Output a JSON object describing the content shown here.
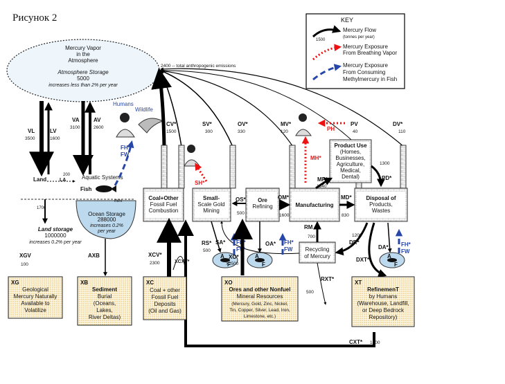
{
  "figure_label": "Рисунок 2",
  "key": {
    "title": "KEY",
    "flow": "Mercury Flow",
    "flow_unit": "(tonnes per year)",
    "breathing_1": "Mercury Exposure",
    "breathing_2": "From Breathing Vapor",
    "fish_1": "Mercury Exposure",
    "fish_2": "From Consuming",
    "fish_3": "Methylmercury in Fish",
    "sample_value": "1500"
  },
  "atmosphere": {
    "line1": "Mercury Vapor",
    "line2": "in the",
    "line3": "Atmosphere",
    "storage_label": "Atmosphere Storage",
    "storage_value": "5000",
    "increase": "increases less than 2% per year"
  },
  "total_emissions": "2400 -- total anthropogenic emissions",
  "land": {
    "label": "Land",
    "storage_label": "Land storage",
    "storage_value": "1000000",
    "increase": "increases 0.2% per year"
  },
  "aquatic": {
    "label": "Aquatic Systems",
    "fish": "Fish",
    "storage_label": "Ocean Storage",
    "storage_value": "288000",
    "increase_1": "increases 0.2%",
    "increase_2": "per year",
    "mini": "mini"
  },
  "labels": {
    "humans": "Humans",
    "wildlife": "Wildlife",
    "fh": "FH*",
    "fw": "FW",
    "sh": "SH*",
    "mh": "MH*",
    "ph": "PH"
  },
  "flows": {
    "vl": "VL",
    "vl_val": "3500",
    "lv": "LV",
    "lv_val": "1600",
    "va": "VA",
    "va_val": "3100",
    "av": "AV",
    "av_val": "2600",
    "la": "LA",
    "la_val": "200",
    "land_down": "1700",
    "cv": "CV*",
    "cv_val": "1500",
    "sv": "SV*",
    "sv_val": "300",
    "ov": "OV*",
    "ov_val": "330",
    "mv": "MV*",
    "mv_val": "120",
    "pv": "PV",
    "pv_val": "40",
    "dv": "DV*",
    "dv_val": "110",
    "os": "OS*",
    "os_val": "500",
    "om": "OM*",
    "om_val": "1600",
    "md": "MD*",
    "md_val": "830",
    "mp": "MP*",
    "mp_val": "1340",
    "pd": "PD*",
    "pd_val": "1300",
    "rm": "RM",
    "rm_val": "700",
    "dr": "DR*",
    "dr_val": "1200",
    "rs": "RS*",
    "rs_val": "500",
    "sa": "SA*",
    "oa": "OA*",
    "da": "DA*",
    "xgv": "XGV",
    "xgv_val": "100",
    "axb": "AXB",
    "xcxt": "XCXT*",
    "xcv": "XCV*",
    "xcv_val": "2300",
    "xo": "XO*",
    "xo_val": ">2500",
    "dxt": "DXT*",
    "rxt": "RXT*",
    "rxt_val": "500",
    "cxt": "CXT*",
    "cxt_val": "1000"
  },
  "process_boxes": {
    "coal": [
      "Coal+Other",
      "Fossil Fuel",
      "Combustion"
    ],
    "gold": [
      "Small-",
      "Scale Gold",
      "Mining"
    ],
    "ore": [
      "Ore",
      "Refining"
    ],
    "manufacturing": "Manufacturing",
    "product": [
      "Product Use",
      "(Homes,",
      "Businesses,",
      "Agriculture,",
      "Medical,",
      "Dental)"
    ],
    "disposal": [
      "Disposal of",
      "Products,",
      "Wastes"
    ],
    "recycling": [
      "Recycling",
      "of Mercury"
    ]
  },
  "source_boxes": {
    "xg": {
      "label": "XG",
      "lines": [
        "Geological",
        "Mercury Naturally",
        "Available to",
        "Volatilize"
      ]
    },
    "xb": {
      "label": "XB",
      "lines": [
        "Sediment",
        "Burial",
        "(Oceans,",
        "Lakes,",
        "River Deltas)"
      ]
    },
    "xc": {
      "label": "XC",
      "lines": [
        "Coal + other",
        "Fossil Fuel",
        "Deposits",
        "(Oil and Gas)"
      ]
    },
    "xo": {
      "label": "XO",
      "lines": [
        "Ores and other Nonfuel",
        "Mineral Resources",
        "(Mercury, Gold, Zinc, Nickel,",
        "Tin, Copper, Silver, Lead, Iron,",
        "Limestone, etc.)"
      ]
    },
    "xt": {
      "label": "XT",
      "lines": [
        "RefinemenT",
        "by Humans",
        "(Warehouse, Landfill,",
        "or Deep Bedrock",
        "Repository)"
      ]
    }
  },
  "fish_ovals": {
    "a": "A",
    "f": "F"
  },
  "colors": {
    "flow": "#000000",
    "breathing": "#e11111",
    "fish": "#2747a8",
    "tan": "#f2d89c",
    "ocean": "#bcd9ee",
    "brick": "#bdbdbd"
  }
}
